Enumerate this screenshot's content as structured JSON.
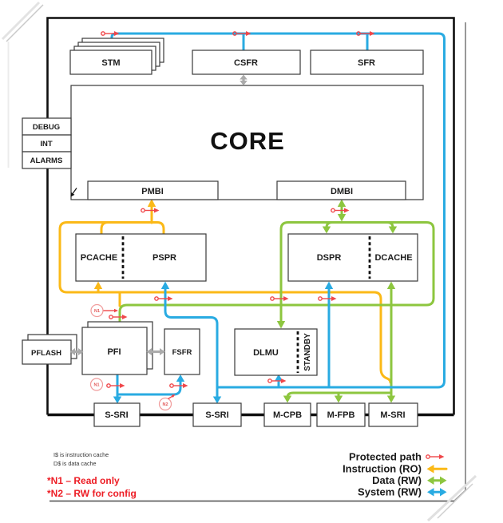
{
  "colors": {
    "instruction": "#FBB917",
    "data": "#8DC63F",
    "system": "#29ABE2",
    "protected": "#F0474A",
    "gray": "#ABABAB",
    "note_red": "#ED1C24"
  },
  "blocks": {
    "stm": "STM",
    "csfr": "CSFR",
    "sfr": "SFR",
    "core": "CORE",
    "pmbi": "PMBI",
    "dmbi": "DMBI",
    "debug": "DEBUG",
    "int": "INT",
    "alarms": "ALARMS",
    "pcache": "PCACHE",
    "pspr": "PSPR",
    "dspr": "DSPR",
    "dcache": "DCACHE",
    "pflash": "PFLASH",
    "pfi": "PFI",
    "fsfr": "FSFR",
    "dlmu": "DLMU",
    "standby": "STANDBY",
    "ssri_left": "S-SRI",
    "ssri_mid": "S-SRI",
    "mcpb": "M-CPB",
    "mfpb": "M-FPB",
    "msri": "M-SRI"
  },
  "annotations": {
    "n1": "N1",
    "n2": "N2"
  },
  "notes": {
    "line1": "I$ is instruction cache",
    "line2": "D$ is data cache",
    "n1": "*N1 – Read only",
    "n2": "*N2 – RW for config"
  },
  "legend": {
    "protected": "Protected path",
    "instruction": "Instruction (RO)",
    "data": "Data (RW)",
    "system": "System (RW)"
  }
}
